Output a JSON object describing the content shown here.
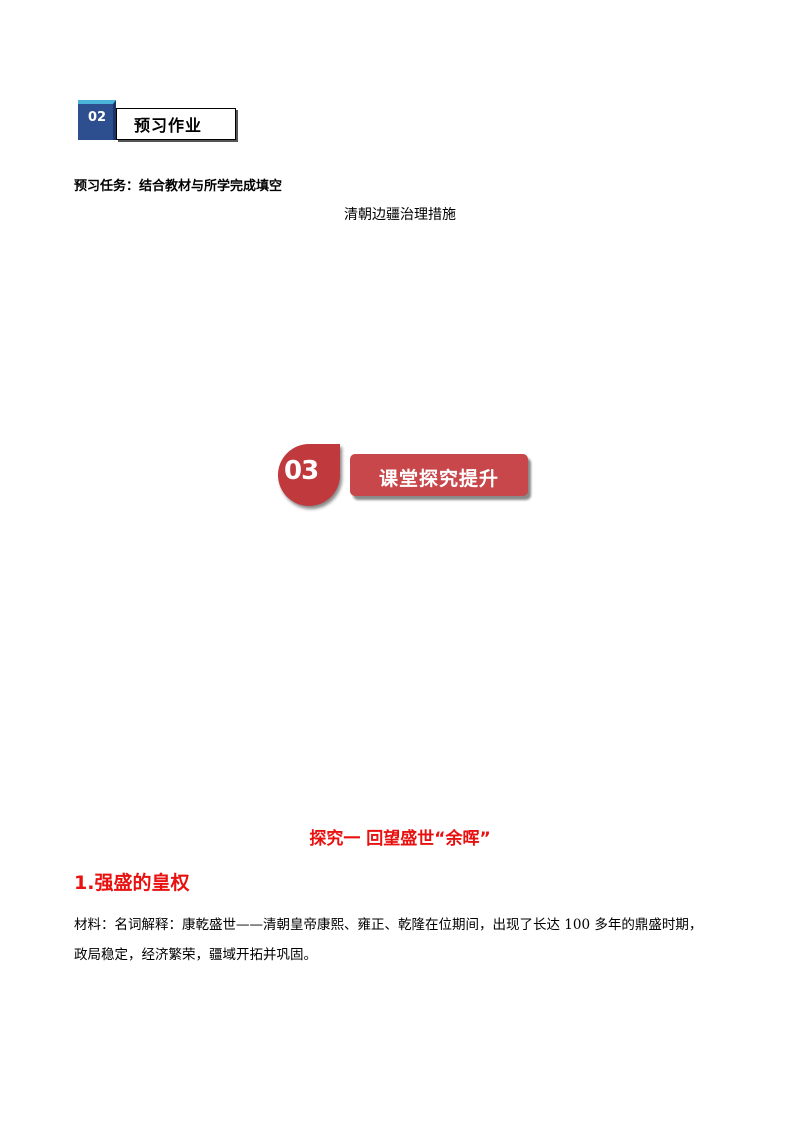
{
  "section02": {
    "number": "02",
    "title": "预习作业"
  },
  "preview_task": "预习任务：结合教材与所学完成填空",
  "preview_subtitle": "清朝边疆治理措施",
  "section03": {
    "number": "03",
    "title": "课堂探究提升"
  },
  "inquiry_title": "探究一  回望盛世“余晖”",
  "heading_1": "1.强盛的皇权",
  "material": {
    "line1": "材料：名词解释：康乾盛世——清朝皇帝康熙、雍正、乾隆在位期间，出现了长达 100 多年的鼎盛时期，",
    "line2": "政局稳定，经济繁荣，疆域开拓并巩固。"
  },
  "colors": {
    "section02_blue": "#2e4f8f",
    "section03_red": "#c7474a",
    "heading_red": "#e8110f"
  }
}
